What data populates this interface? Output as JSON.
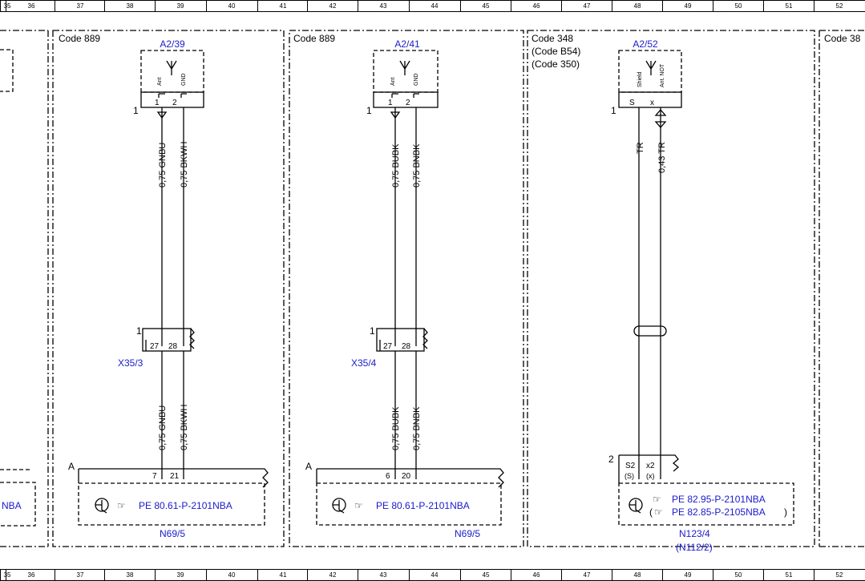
{
  "ruler": [
    "35",
    "36",
    "37",
    "38",
    "39",
    "40",
    "41",
    "42",
    "43",
    "44",
    "45",
    "46",
    "47",
    "48",
    "49",
    "50",
    "51",
    "52"
  ],
  "sections": {
    "left": {
      "code": "Code 889",
      "module": "A2/39",
      "pin_labels": [
        "Ant",
        "GND"
      ],
      "pins": [
        "1",
        "2"
      ],
      "ref": "1",
      "wires_top": [
        "0,75 GNBU",
        "0,75 BKWH"
      ],
      "wires_bottom": [
        "0,75 GNBU",
        "0,75 BKWH"
      ],
      "connector": "X35/3",
      "connector_ref": "1",
      "connector_pins": [
        "27",
        "28"
      ],
      "unit_ref": "A",
      "unit_pins": [
        "7",
        "21"
      ],
      "pe": "PE 80.61-P-2101NBA",
      "unit": "N69/5"
    },
    "mid": {
      "code": "Code 889",
      "module": "A2/41",
      "pin_labels": [
        "Ant",
        "GND"
      ],
      "pins": [
        "1",
        "2"
      ],
      "ref": "1",
      "wires_top": [
        "0,75 BUBK",
        "0,75 BNBK"
      ],
      "wires_bottom": [
        "0,75 BUBK",
        "0,75 BNBK"
      ],
      "connector": "X35/4",
      "connector_ref": "1",
      "connector_pins": [
        "27",
        "28"
      ],
      "unit_ref": "A",
      "unit_pins": [
        "6",
        "20"
      ],
      "pe": "PE 80.61-P-2101NBA",
      "unit": "N69/5"
    },
    "right": {
      "codes": [
        "Code 348",
        "(Code B54)",
        "(Code 350)"
      ],
      "module": "A2/52",
      "pin_labels": [
        "Shield",
        "Ant. NOT"
      ],
      "pins": [
        "S",
        "x"
      ],
      "ref": "1",
      "wires_top": [
        "TR",
        "0,43 TR"
      ],
      "unit_ref": "2",
      "unit_pins": [
        "S2",
        "x2"
      ],
      "unit_pins_alt": [
        "(S)",
        "(x)"
      ],
      "pe1": "PE 82.95-P-2101NBA",
      "pe2": "PE 82.85-P-2105NBA",
      "pe2_open": "(",
      "pe2_close": ")",
      "unit": "N123/4",
      "unit_alt": "(N112/2)"
    },
    "far_right": {
      "code": "Code 38"
    },
    "far_left": {
      "pe_fragment": "NBA"
    }
  },
  "colors": {
    "line": "#000000",
    "label": "#1a1acc"
  }
}
